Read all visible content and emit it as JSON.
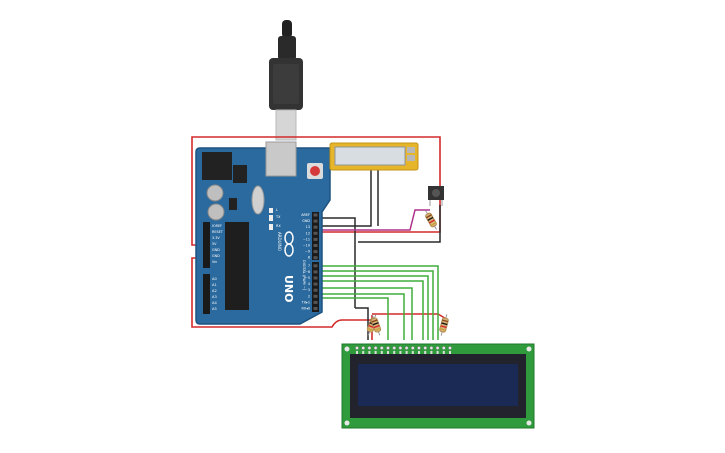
{
  "board": {
    "model_label": "UNO",
    "brand_label": "ARDUINO",
    "digital_label": "DIGITAL (PWM ~)",
    "header_top_labels": [
      "AREF",
      "GND",
      "13",
      "12",
      "~11",
      "~10",
      "~9",
      "8"
    ],
    "header_bottom_labels": [
      "7",
      "~6",
      "~5",
      "4",
      "~3",
      "2",
      "TX▸1",
      "RX◂0"
    ],
    "power_labels": [
      "IOREF",
      "RESET",
      "3.3V",
      "5V",
      "GND",
      "GND",
      "Vin"
    ],
    "analog_labels": [
      "A0",
      "A1",
      "A2",
      "A3",
      "A4",
      "A5"
    ],
    "small_labels": [
      "TX",
      "RX",
      "L"
    ]
  },
  "colors": {
    "board": "#2b6a9e",
    "board_edge": "#1e5380",
    "wire_red": "#d42a2a",
    "wire_black": "#2a2a2a",
    "wire_green": "#3fae3a",
    "wire_magenta": "#b0318c",
    "wire_grey": "#8a8a8a",
    "lcd_pcb": "#2f9b3c",
    "lcd_screen": "#1b2a55",
    "display_frame": "#e6b52a"
  },
  "components": {
    "usb_plug": "usb-cable-icon",
    "seven_segment": "display-module",
    "button": "pushbutton-icon",
    "resistor": "resistor-icon",
    "lcd": "lcd-16x2"
  }
}
